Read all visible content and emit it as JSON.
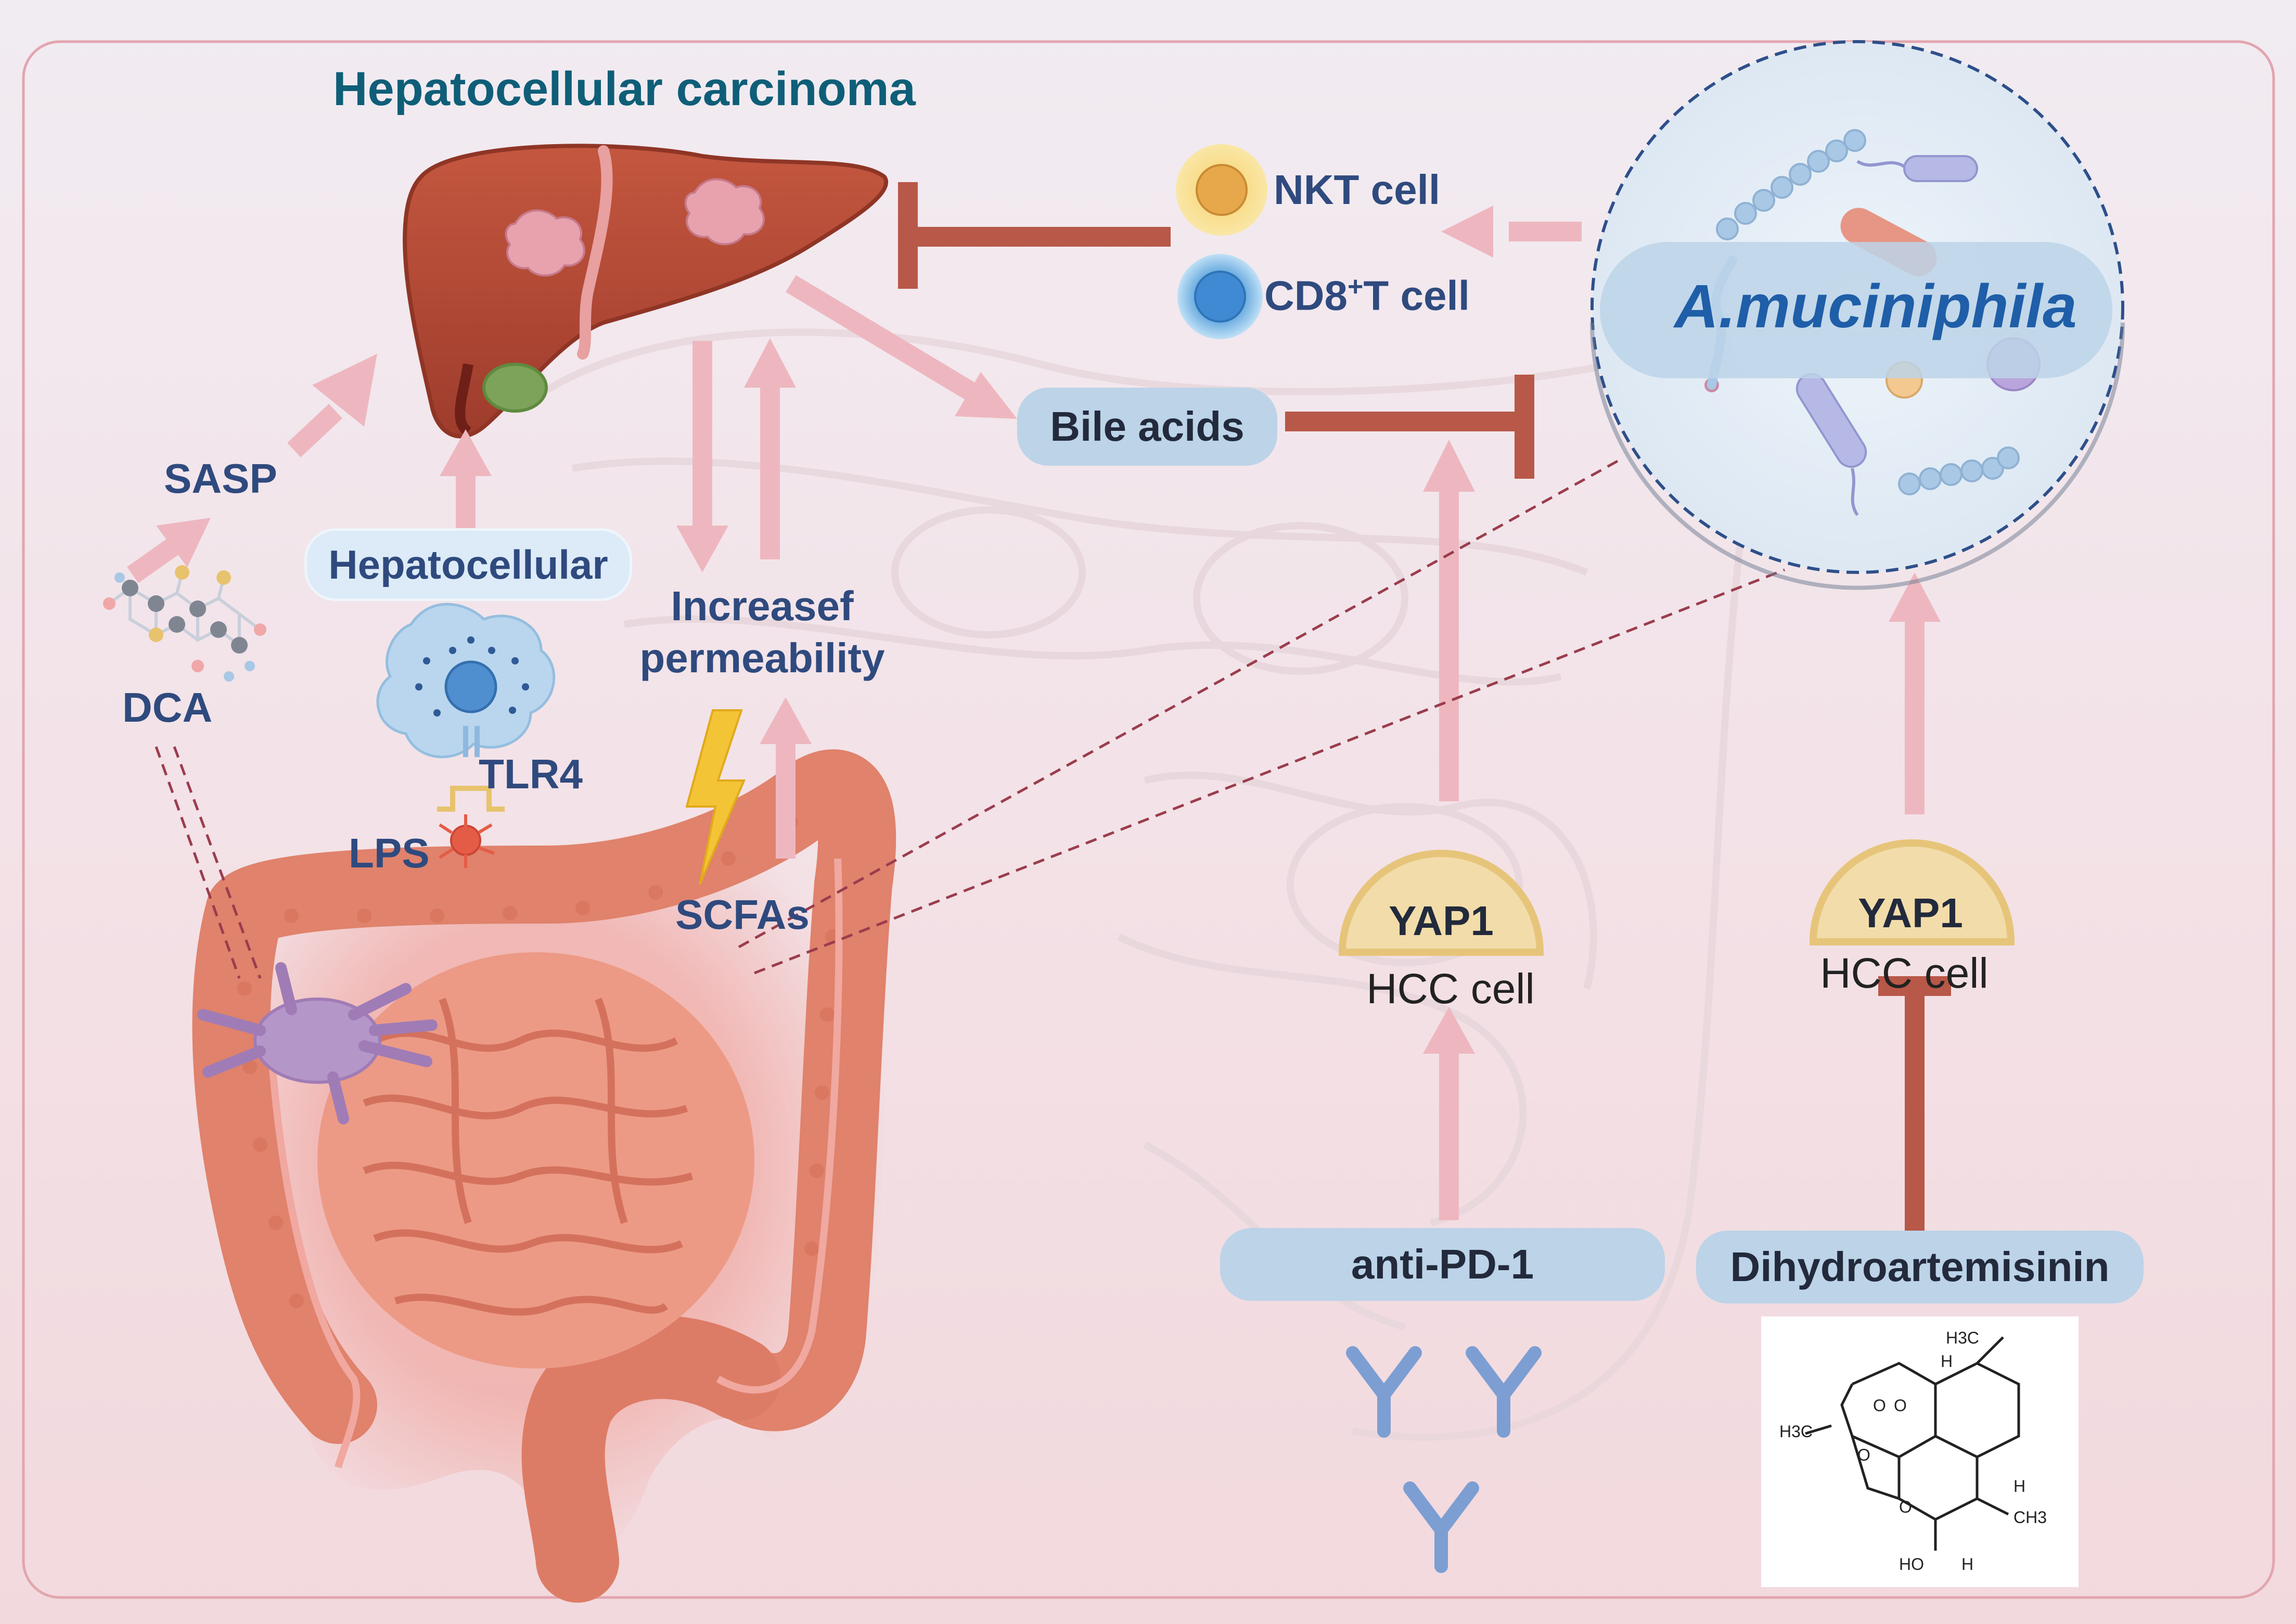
{
  "title": "Hepatocellular carcinoma",
  "liver_side": {
    "sasp": "SASP",
    "dca": "DCA",
    "hepatocellular": "Hepatocellular",
    "tlr4": "TLR4",
    "lps": "LPS",
    "increased_permeability_line1": "Increasef",
    "increased_permeability_line2": "permeability",
    "scfas": "SCFAs"
  },
  "immune": {
    "nkt": "NKT cell",
    "cd8_prefix": "CD8",
    "cd8_sup": "+",
    "cd8_suffix": "T cell"
  },
  "bacteria_label": "A.muciniphila",
  "bile_acids": "Bile acids",
  "hcc_left": {
    "gene": "YAP1",
    "cell": "HCC cell",
    "drug": "anti-PD-1"
  },
  "hcc_right": {
    "gene": "YAP1",
    "cell": "HCC cell",
    "drug": "Dihydroartemisinin"
  },
  "molecule_labels": {
    "ch3_top": "H3C",
    "h1": "H",
    "h3c_left": "H3C",
    "h2": "H",
    "ch3_right": "CH3",
    "ho": "HO",
    "h3": "H",
    "o1": "O",
    "o2": "O",
    "o3": "O",
    "o4": "O"
  },
  "colors": {
    "activation_arrow": "#eeb7c0",
    "inhibition_bar": "#b85848",
    "navy_text": "#2f4a7e",
    "title_teal": "#0f5e78",
    "pill_blue": "#bcd3e8",
    "liver": "#b8503c",
    "intestine": "#e0826c",
    "hcc_cell_yellow": "#efd896"
  }
}
